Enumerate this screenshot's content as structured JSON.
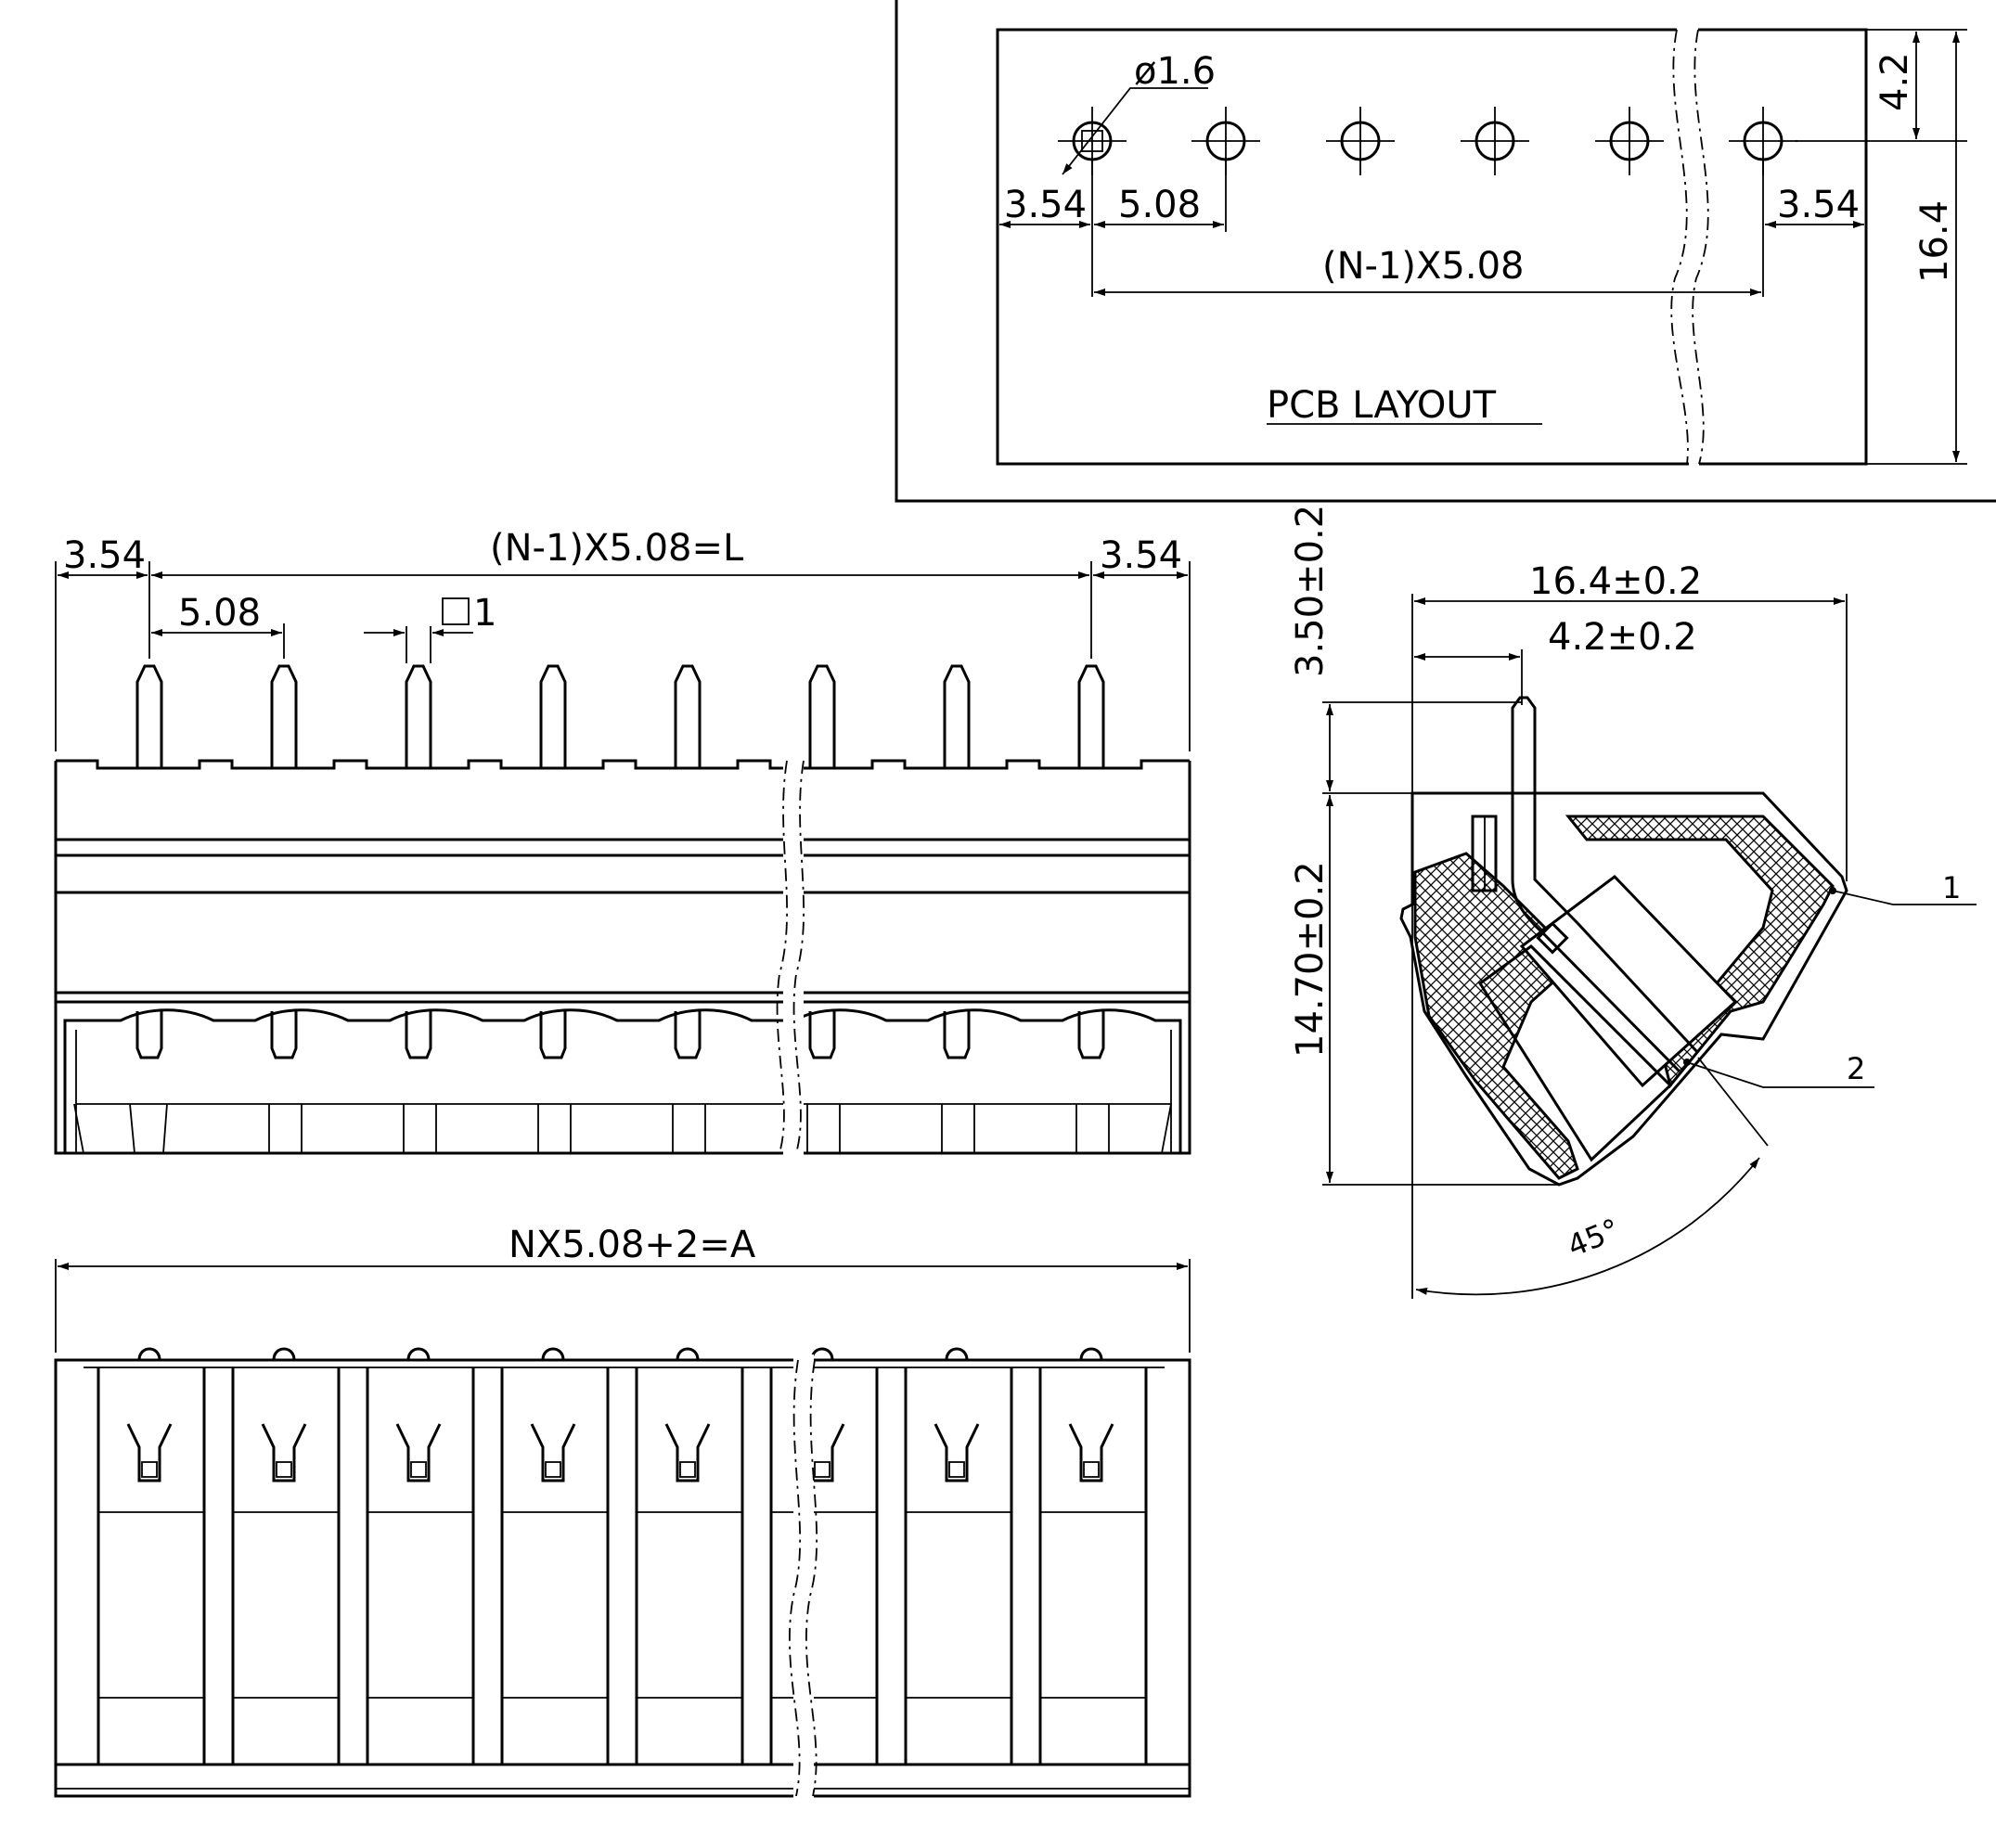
{
  "pcb_layout": {
    "title": "PCB LAYOUT",
    "hole_diameter": "ø1.6",
    "edge_left": "3.54",
    "pitch": "5.08",
    "edge_right": "3.54",
    "span": "(N-1)X5.08",
    "row_offset": "4.2",
    "depth": "16.4"
  },
  "front_view": {
    "edge_left": "3.54",
    "span": "(N-1)X5.08=L",
    "edge_right": "3.54",
    "pitch": "5.08",
    "pin_square": "1"
  },
  "bottom_view": {
    "overall": "NX5.08+2=A"
  },
  "side_view": {
    "width": "16.4±0.2",
    "offset": "4.2±0.2",
    "pin_height": "3.50±0.2",
    "body_height": "14.70±0.2",
    "angle": "45°",
    "callout_1": "1",
    "callout_2": "2"
  }
}
